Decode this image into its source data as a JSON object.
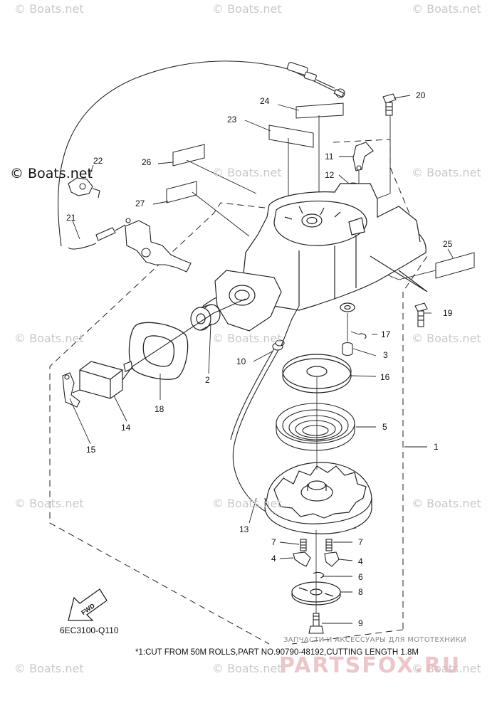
{
  "watermark": {
    "text": "© Boats.net"
  },
  "callouts": {
    "c1": "1",
    "c2": "2",
    "c3": "3",
    "c4a": "4",
    "c4b": "4",
    "c5": "5",
    "c6": "6",
    "c7a": "7",
    "c7b": "7",
    "c8": "8",
    "c9": "9",
    "c10": "10",
    "c11": "11",
    "c12": "12",
    "c13": "13",
    "c14": "14",
    "c15": "15",
    "c16": "16",
    "c17": "17",
    "c18": "18",
    "c19": "19",
    "c20": "20",
    "c21": "21",
    "c22": "22",
    "c23": "23",
    "c24": "24",
    "c25": "25",
    "c26": "26",
    "c27": "27"
  },
  "arrow_label": "FWD",
  "diagram_code": "6EC3100-Q110",
  "footnote": "*1:CUT FROM 50M ROLLS,PART NO.90790-48192,CUTTING LENGTH 1.8M",
  "shop_watermark": {
    "tagline": "ЗАПЧАСТИ И АКСЕССУАРЫ ДЛЯ МОТОТЕХНИКИ",
    "logo": "PARTSFOX.RU"
  }
}
